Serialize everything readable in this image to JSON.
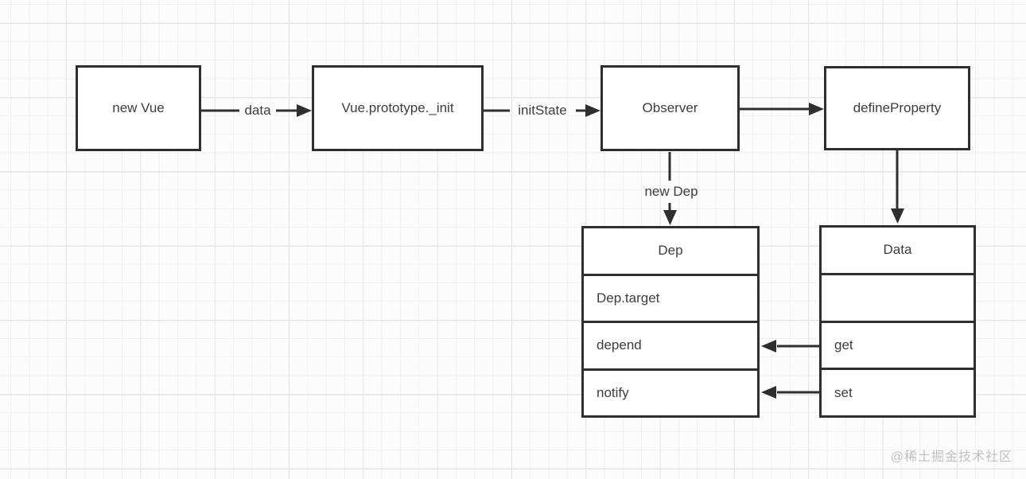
{
  "diagram": {
    "nodes": [
      {
        "label": "new Vue"
      },
      {
        "label": "Vue.prototype._init"
      },
      {
        "label": "Observer"
      },
      {
        "label": "defineProperty"
      }
    ],
    "edge_labels": [
      {
        "label": "data"
      },
      {
        "label": "initState"
      },
      {
        "label": "new Dep"
      }
    ],
    "tables": [
      {
        "header": "Dep",
        "rows": [
          "Dep.target",
          "depend",
          "notify"
        ]
      },
      {
        "header": "Data",
        "rows": [
          "",
          "get",
          "set"
        ]
      }
    ]
  },
  "watermark": "@稀土掘金技术社区",
  "colors": {
    "stroke": "#2f2f2f",
    "text": "#3d3d3d",
    "watermark": "#bfbfc4",
    "background": "#fcfcfc",
    "grid_minor": "#f1f1f3",
    "grid_major": "#e4e4e8"
  }
}
